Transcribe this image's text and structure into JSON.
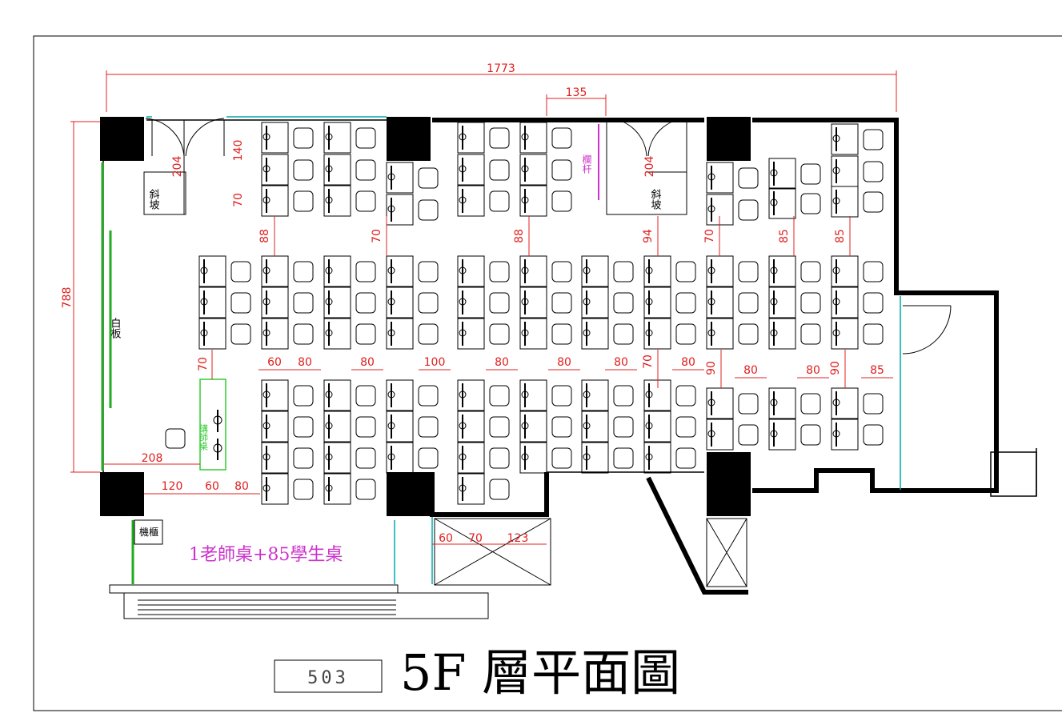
{
  "floor_title": "5F 層平面圖",
  "room_number": "503",
  "summary": "1老師桌+85學生桌",
  "labels": {
    "whiteboard": "白板",
    "ramp": "斜坡",
    "railing": "欄杆",
    "cabinet": "機櫃",
    "teacher_desk": "講師桌"
  },
  "dimensions": {
    "total_width": "1773",
    "total_height": "788",
    "door_width": "135",
    "top_door_dims": [
      "140",
      "70",
      "204",
      "204"
    ],
    "aisle_gaps_top": [
      "88",
      "70",
      "88",
      "94",
      "70",
      "85",
      "85"
    ],
    "teacher_gap": "70",
    "teacher_offset": "208",
    "row_gaps": [
      "60",
      "80",
      "80",
      "100",
      "80",
      "80",
      "80",
      "70",
      "80",
      "90",
      "80",
      "80",
      "90",
      "85"
    ],
    "bottom_left": [
      "120",
      "60",
      "80"
    ],
    "bottom_middle": [
      "60",
      "70",
      "123"
    ]
  },
  "colors": {
    "wall": "#000000",
    "dimension": "#e02020",
    "whiteboard": "#22aa22",
    "teacher_desk": "#33cc33",
    "annotation": "#cc33cc",
    "window": "#00aaaa"
  },
  "seat_count": "85",
  "teacher_desk_count": "1"
}
